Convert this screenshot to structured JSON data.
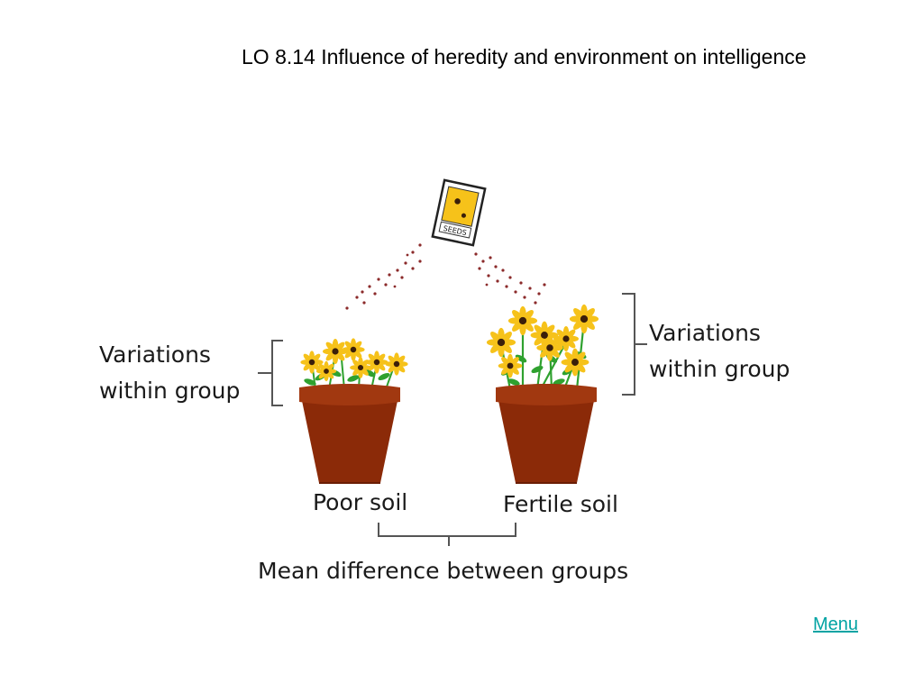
{
  "slide": {
    "title": "LO 8.14  Influence of heredity and environment on intelligence",
    "menu_link": "Menu"
  },
  "diagram": {
    "seed_packet_label": "SEEDS",
    "left_group": {
      "label_line1": "Variations",
      "label_line2": "within group",
      "pot_label": "Poor soil"
    },
    "right_group": {
      "label_line1": "Variations",
      "label_line2": "within group",
      "pot_label": "Fertile soil"
    },
    "between_label": "Mean difference between groups",
    "colors": {
      "pot": "#8b2a08",
      "pot_rim": "#a13810",
      "poor_soil": "#c9a57a",
      "fertile_soil": "#2b1a0c",
      "petal": "#f6c21a",
      "flower_center": "#3a1f0a",
      "leaf": "#2fa12f",
      "seed": "#8b2a2a",
      "bracket": "#555555",
      "link": "#00a3a3"
    }
  }
}
